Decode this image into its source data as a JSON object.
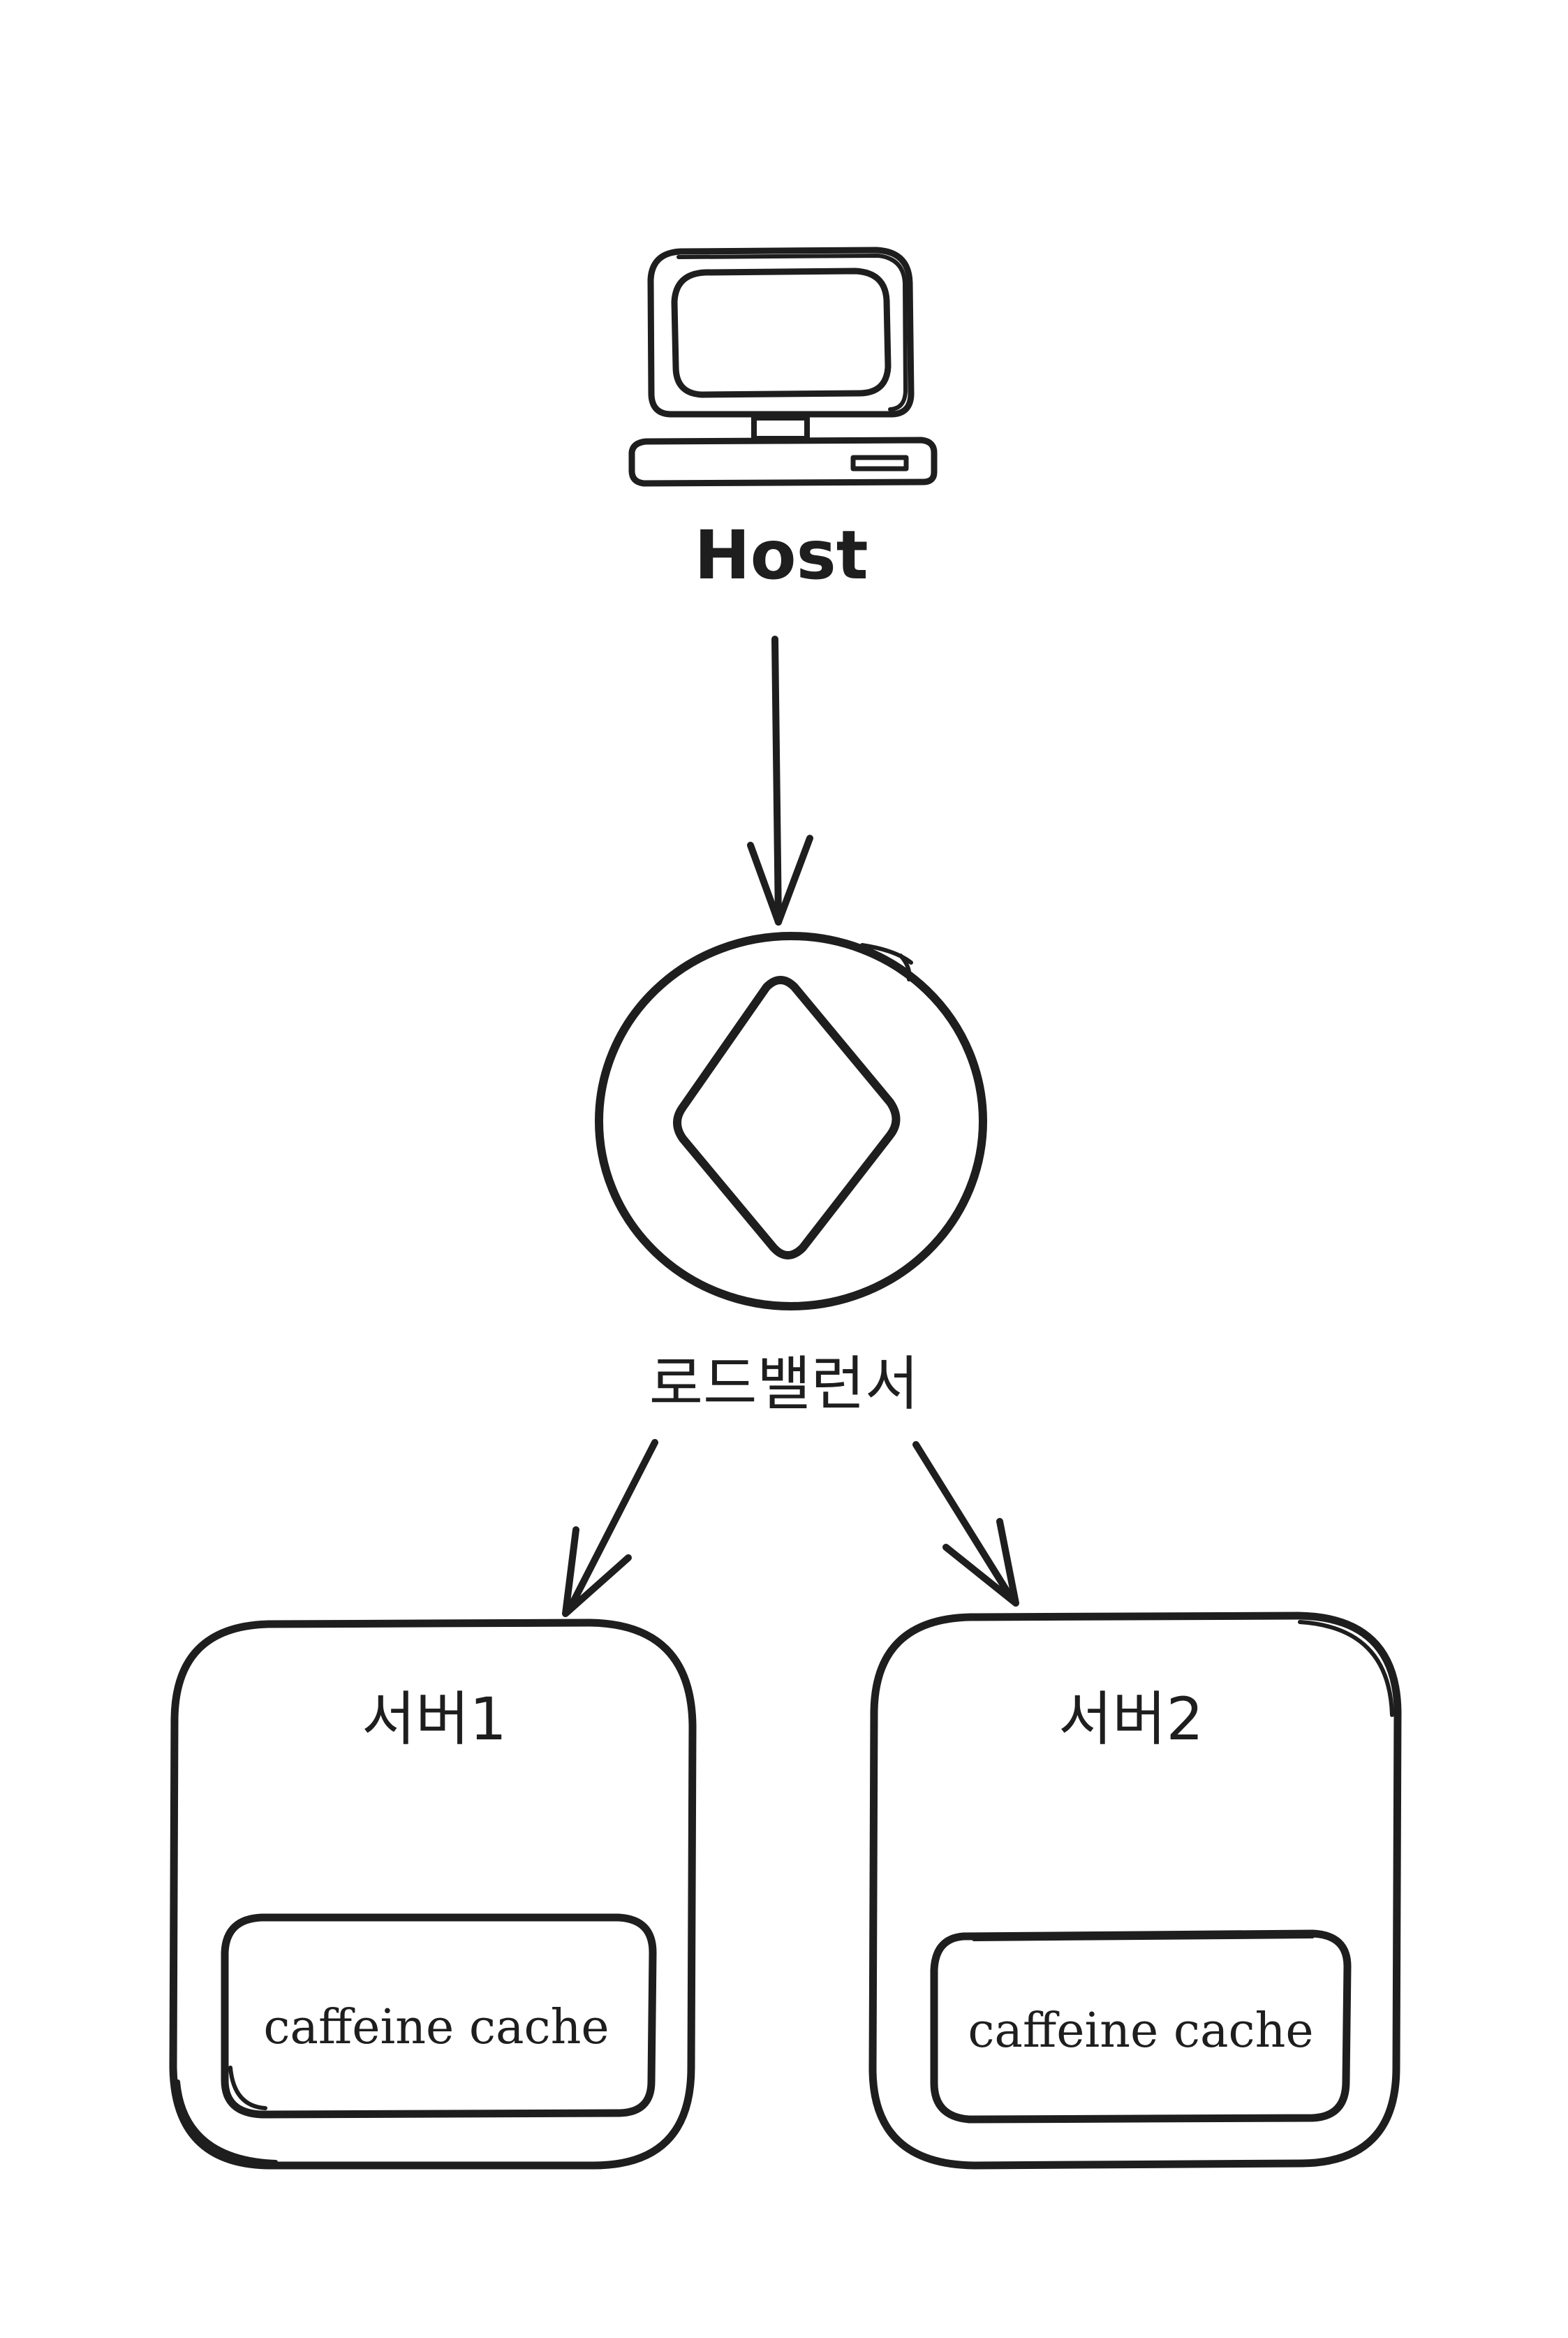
{
  "nodes": {
    "host": {
      "label": "Host",
      "icon": "computer-icon"
    },
    "load_balancer": {
      "label": "로드밸런서",
      "icon": "load-balancer-icon"
    },
    "server1": {
      "label": "서버1",
      "cache_label": "caffeine cache"
    },
    "server2": {
      "label": "서버2",
      "cache_label": "caffeine cache"
    }
  },
  "edges": [
    {
      "from": "host",
      "to": "load_balancer"
    },
    {
      "from": "load_balancer",
      "to": "server1"
    },
    {
      "from": "load_balancer",
      "to": "server2"
    }
  ],
  "colors": {
    "ink": "#1e1e1e",
    "background": "#ffffff"
  }
}
